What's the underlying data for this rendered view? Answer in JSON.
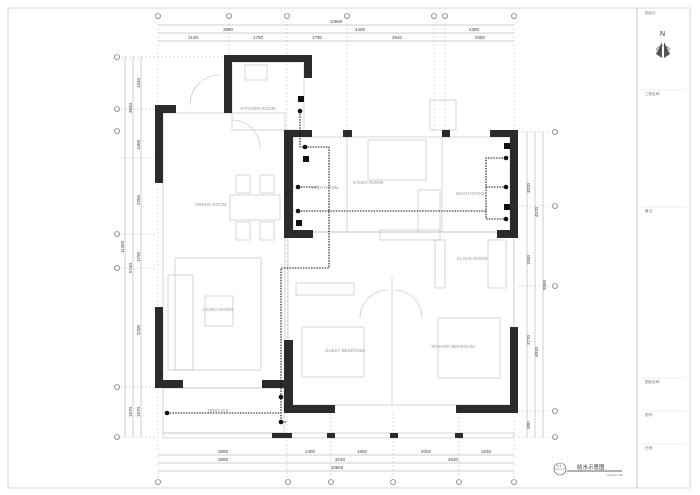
{
  "title_block": {
    "north_label": "指北针",
    "north_letter": "N",
    "project_name_label": "工程名称:",
    "notes_label": "备注:",
    "drawing_name_label": "图纸名称:",
    "drawing_no_label": "图号:",
    "scale_label": "比例:"
  },
  "drawing_title": {
    "number": "01",
    "name": "给水示意图",
    "scale": "SCALE 1:100"
  },
  "rooms": {
    "kitchen": "KITCHEN ROOM",
    "dining": "DINING ROOM",
    "living": "LIVING ROOM",
    "wash1": "WASH ROOM",
    "study": "STUDY ROOM",
    "wash2": "WASH ROOM",
    "cloak": "CLOAK ROOM",
    "guest": "GUEST BEDROOM",
    "master": "MASTER BEDROOM",
    "terrace": "TERRACE"
  },
  "dims_top": {
    "total": "10660",
    "row2": [
      "3880",
      "4400",
      "2390"
    ],
    "row3": [
      "2130",
      "1750",
      "1790",
      "2940",
      "2050"
    ]
  },
  "dims_bottom": {
    "row1": [
      "3880",
      "1300",
      "1850",
      "2000",
      "1630"
    ],
    "row2": [
      "3880",
      "3150",
      "3630"
    ],
    "total": "10660"
  },
  "dims_left": {
    "inner": [
      "1540",
      "1000",
      "2250",
      "1790",
      "3200",
      "1570"
    ],
    "middle": [
      "3040",
      "5740",
      "1570"
    ],
    "total": "11350"
  },
  "dims_right": {
    "inner": [
      "3020",
      "1550",
      "3770",
      "800"
    ],
    "middle": [
      "4570",
      "4010"
    ],
    "total": "9560"
  }
}
